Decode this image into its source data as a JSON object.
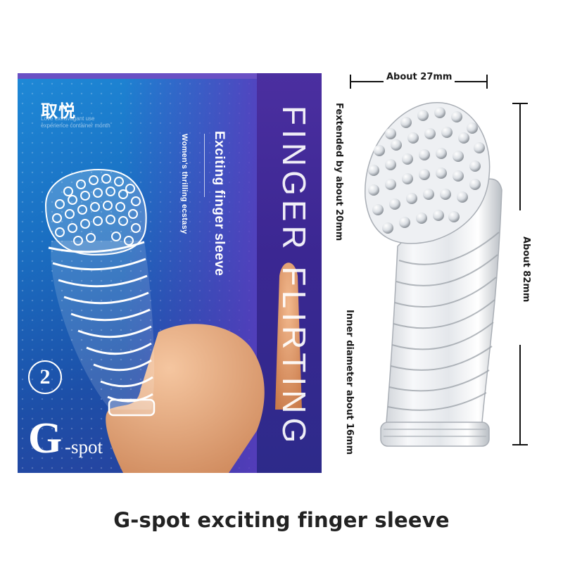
{
  "package": {
    "brand": "取悦",
    "brand_sub": "Love extravagant use experience container month",
    "product_name": "Exciting finger sleeve",
    "tagline": "Women's thrilling ecstasy",
    "finger_flirting": "FINGER FLIRTING",
    "variant_number": "2",
    "g_letter": "G",
    "spot_text": "-spot"
  },
  "dimensions": {
    "width": "About 27mm",
    "height": "About 82mm",
    "extended": "Fextended by about 20mm",
    "inner_diameter": "Inner diameter about 16mm"
  },
  "caption": "G-spot exciting finger sleeve",
  "colors": {
    "box_blue": "#1a6fc2",
    "box_purple": "#3b2792",
    "annotation": "#111111"
  }
}
